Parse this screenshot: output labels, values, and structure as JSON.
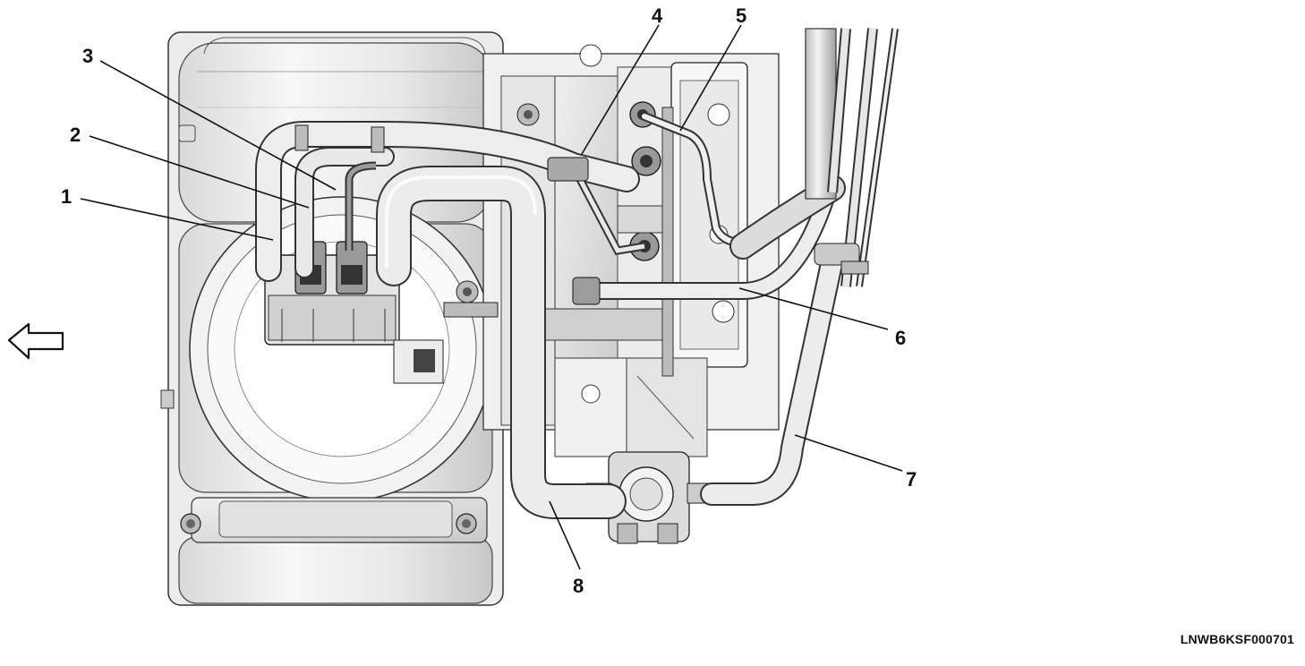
{
  "callouts": [
    {
      "label": "1"
    },
    {
      "label": "2"
    },
    {
      "label": "3"
    },
    {
      "label": "4"
    },
    {
      "label": "5"
    },
    {
      "label": "6"
    },
    {
      "label": "7"
    },
    {
      "label": "8"
    }
  ],
  "figure_id": "LNWB6KSF000701",
  "icons": {
    "direction_arrow": "left-arrow-icon"
  }
}
